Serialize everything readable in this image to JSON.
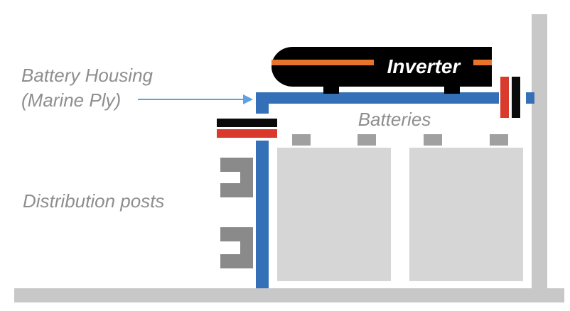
{
  "labels": {
    "housing_line1": "Battery Housing",
    "housing_line2": "(Marine Ply)",
    "distribution": "Distribution posts",
    "batteries": "Batteries",
    "inverter": "Inverter"
  },
  "colors": {
    "structure_gray": "#c8c8c8",
    "battery_gray": "#d6d6d6",
    "terminal_gray": "#a0a0a0",
    "post_gray": "#8a8a8a",
    "housing_blue": "#3370b7",
    "arrow_blue": "#5ea0e0",
    "inverter_black": "#000000",
    "inverter_stripe": "#e8742b",
    "busbar_red": "#d93a2b",
    "busbar_black": "#0a0a0a",
    "label_gray": "#8e8e8e",
    "inverter_text": "#ffffff"
  }
}
